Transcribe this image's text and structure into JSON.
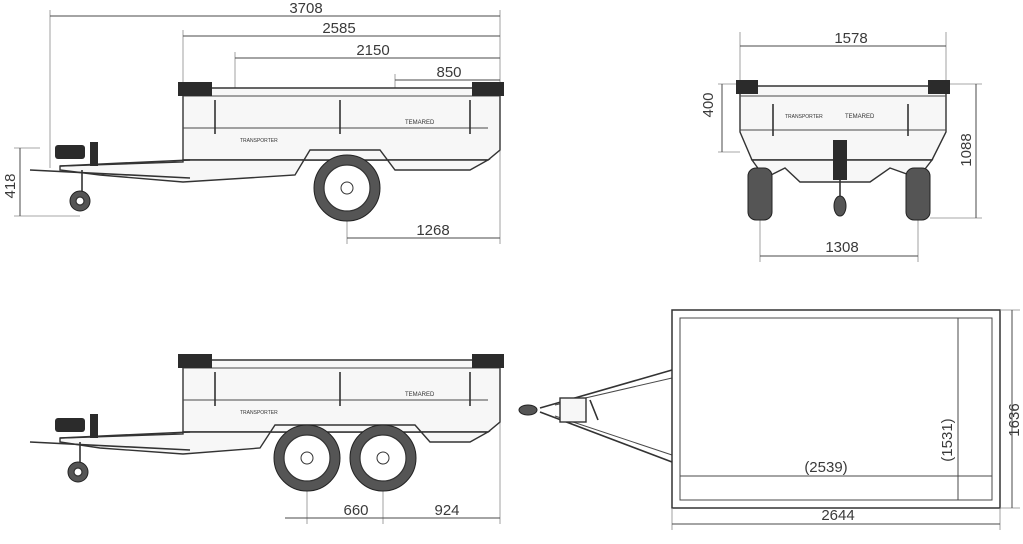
{
  "views": {
    "side_single": {
      "overall_length": "3708",
      "body_length": "2585",
      "inner_length": "2150",
      "rear_section": "850",
      "coupling_height": "418",
      "axle_to_rear": "1268",
      "brand_label": "TEMARED",
      "model_label": "TRANSPORTER"
    },
    "rear": {
      "outer_width": "1578",
      "side_height": "400",
      "total_height": "1088",
      "track_width": "1308",
      "brand_label": "TEMARED",
      "model_label": "TRANSPORTER"
    },
    "side_tandem": {
      "axle_spacing": "660",
      "axle_to_rear": "924",
      "brand_label": "TEMARED",
      "model_label": "TRANSPORTER"
    },
    "top": {
      "inner_length": "(2539)",
      "outer_length": "2644",
      "inner_width": "(1531)",
      "outer_width": "1636"
    }
  }
}
